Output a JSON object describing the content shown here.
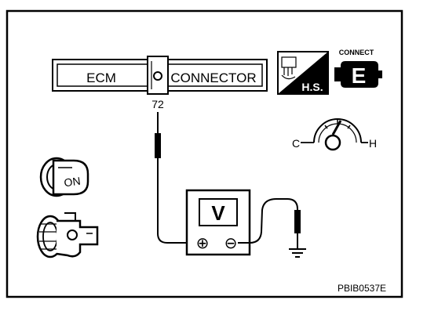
{
  "connector": {
    "left_label": "ECM",
    "right_label": "CONNECTOR",
    "terminal": "72"
  },
  "icons": {
    "hs_label": "H.S.",
    "connect_label": "CONNECT",
    "connect_letter": "E"
  },
  "gauge": {
    "cold_label": "C",
    "hot_label": "H"
  },
  "ignition": {
    "key_label": "ON"
  },
  "voltmeter": {
    "label": "V",
    "positive": "⊕",
    "negative": "⊖"
  },
  "figure_code": "PBIB0537E",
  "colors": {
    "line": "#000000",
    "background": "#ffffff"
  }
}
